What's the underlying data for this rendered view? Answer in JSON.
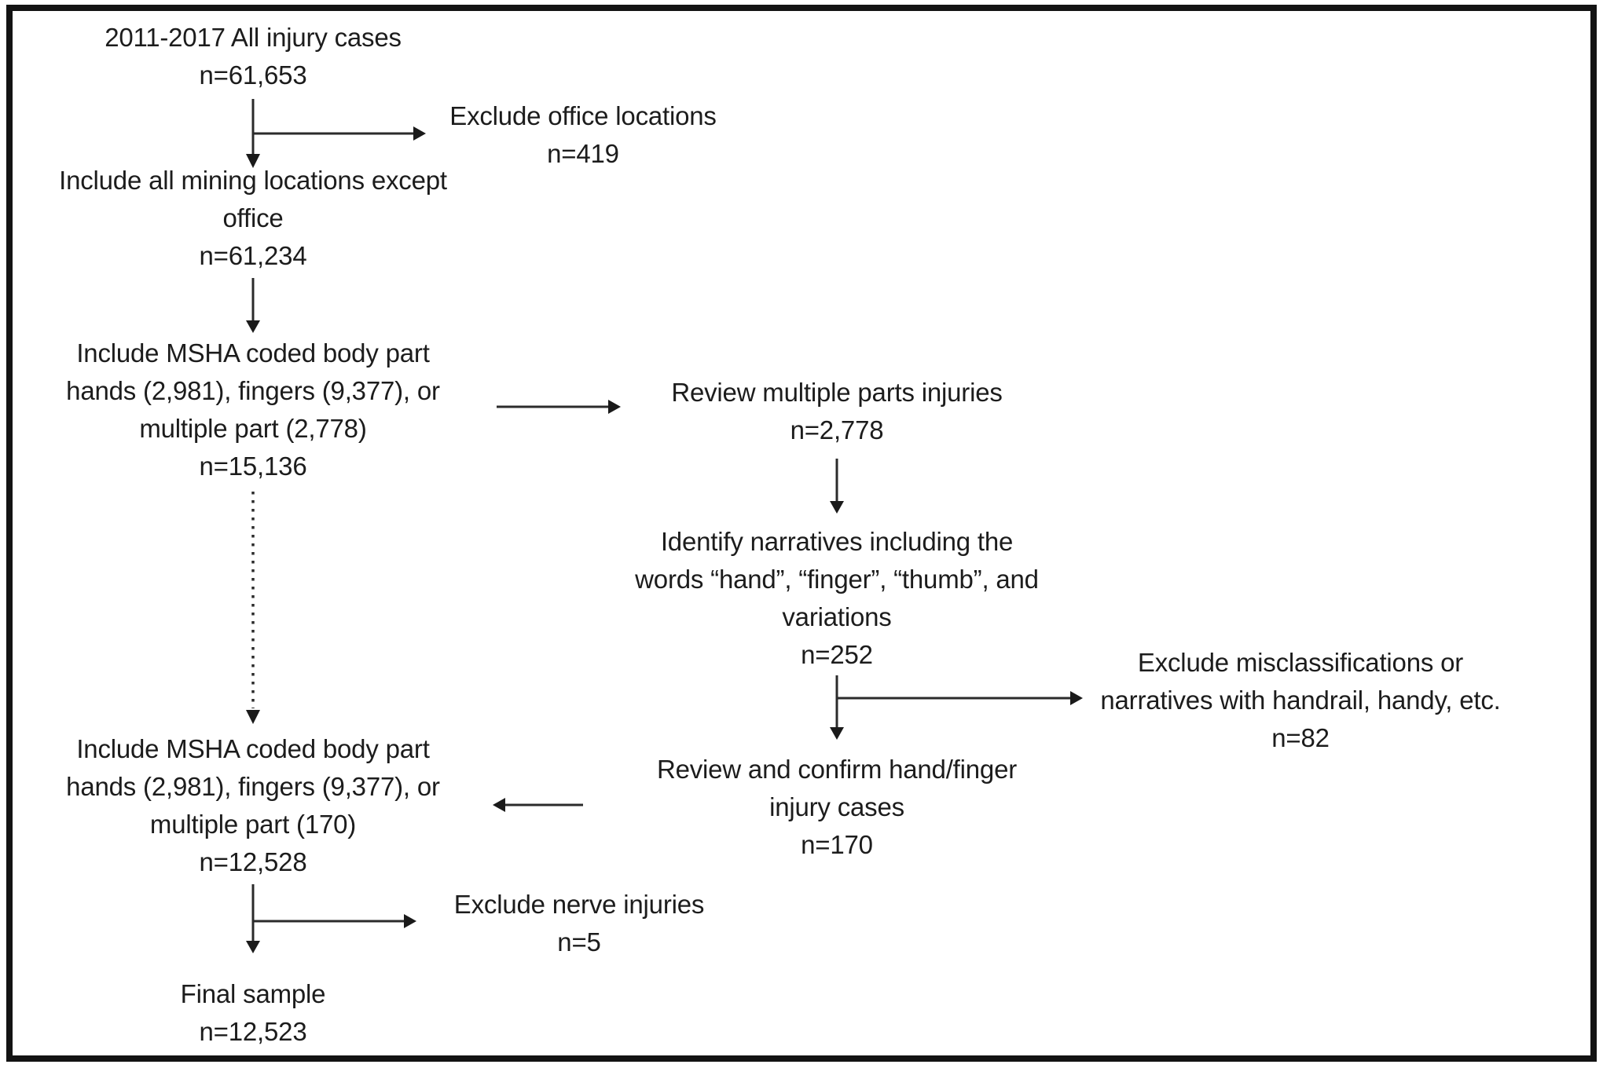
{
  "diagram": {
    "kind": "sample-selection-flowchart",
    "colors": {
      "text": "#1c1c1c",
      "line": "#2b2b2b",
      "border": "#131313",
      "background": "#ffffff"
    },
    "nodes": {
      "all_injury_cases": {
        "lines": [
          "2011-2017 All injury cases",
          "n=61,653"
        ]
      },
      "exclude_office": {
        "lines": [
          "Exclude office locations",
          "n=419"
        ]
      },
      "mining_locations": {
        "lines": [
          "Include all mining locations except",
          "office",
          "n=61,234"
        ]
      },
      "msha_coded_initial": {
        "lines": [
          "Include MSHA coded body part",
          "hands (2,981), fingers (9,377), or",
          "multiple part (2,778)",
          "n=15,136"
        ]
      },
      "review_multiple": {
        "lines": [
          "Review multiple parts injuries",
          "n=2,778"
        ]
      },
      "identify_narratives": {
        "lines": [
          "Identify narratives including the",
          "words “hand”, “finger”, “thumb”, and",
          "variations",
          "n=252"
        ]
      },
      "exclude_misclassifications": {
        "lines": [
          "Exclude misclassifications or",
          "narratives with handrail, handy, etc.",
          "n=82"
        ]
      },
      "review_confirm": {
        "lines": [
          "Review and confirm hand/finger",
          "injury cases",
          "n=170"
        ]
      },
      "msha_coded_final": {
        "lines": [
          "Include MSHA coded body part",
          "hands (2,981), fingers (9,377), or",
          "multiple part (170)",
          "n=12,528"
        ]
      },
      "exclude_nerve": {
        "lines": [
          "Exclude nerve injuries",
          "n=5"
        ]
      },
      "final_sample": {
        "lines": [
          "Final sample",
          "n=12,523"
        ]
      }
    }
  }
}
